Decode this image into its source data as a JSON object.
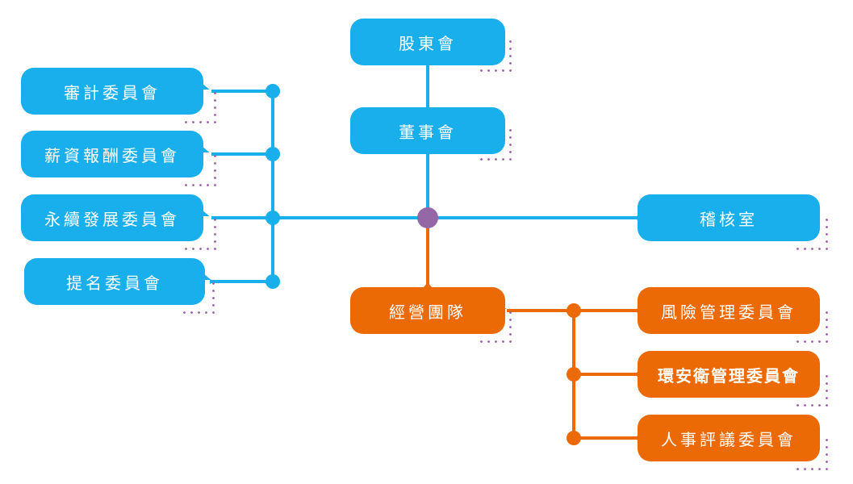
{
  "title": "Corporate Governance Organization Chart",
  "colors": {
    "blue": "#19aeec",
    "orange": "#ec6a06",
    "hub": "#9467a6",
    "dots": "#9a62a8"
  },
  "nodes": {
    "shareholders": "股東會",
    "board": "董事會",
    "audit_committee": "審計委員會",
    "remuneration_committee": "薪資報酬委員會",
    "sustainability_committee": "永續發展委員會",
    "nomination_committee": "提名委員會",
    "internal_audit": "稽核室",
    "management_team": "經營團隊",
    "risk_committee": "風險管理委員會",
    "ehs_committee": "環安衛管理委員會",
    "hr_committee": "人事評議委員會"
  },
  "hierarchy": {
    "股東會": [
      "董事會"
    ],
    "董事會": [
      "審計委員會",
      "薪資報酬委員會",
      "永續發展委員會",
      "提名委員會",
      "稽核室",
      "經營團隊"
    ],
    "經營團隊": [
      "風險管理委員會",
      "環安衛管理委員會",
      "人事評議委員會"
    ]
  }
}
